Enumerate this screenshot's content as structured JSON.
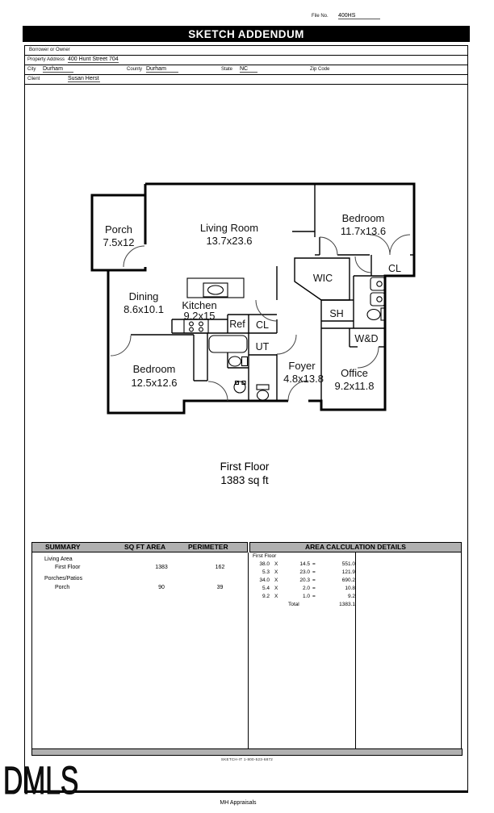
{
  "header": {
    "file_no_label": "File No.",
    "file_no_value": "400HS",
    "title": "SKETCH ADDENDUM"
  },
  "form": {
    "borrower_label": "Borrower or Owner",
    "borrower_value": "",
    "property_label": "Property Address",
    "property_value": "400 Hunt Street 704",
    "city_label": "City",
    "city_value": "Durham",
    "county_label": "County",
    "county_value": "Durham",
    "state_label": "State",
    "state_value": "NC",
    "zip_label": "Zip Code",
    "zip_value": "",
    "client_label": "Client",
    "client_value": "Susan Herst"
  },
  "plan": {
    "rooms": [
      {
        "name": "Porch",
        "dims": "7.5x12"
      },
      {
        "name": "Living Room",
        "dims": "13.7x23.6"
      },
      {
        "name": "Bedroom",
        "dims": "11.7x13.6"
      },
      {
        "name": "WIC",
        "dims": ""
      },
      {
        "name": "CL",
        "dims": ""
      },
      {
        "name": "Dining",
        "dims": "8.6x10.1"
      },
      {
        "name": "Kitchen",
        "dims": "9.2x15"
      },
      {
        "name": "Ref",
        "dims": ""
      },
      {
        "name": "CL",
        "dims": ""
      },
      {
        "name": "UT",
        "dims": ""
      },
      {
        "name": "SH",
        "dims": ""
      },
      {
        "name": "W&D",
        "dims": ""
      },
      {
        "name": "Bedroom",
        "dims": "12.5x12.6"
      },
      {
        "name": "Foyer",
        "dims": "4.8x13.8"
      },
      {
        "name": "Office",
        "dims": "9.2x11.8"
      }
    ],
    "floor_label_line1": "First Floor",
    "floor_label_line2": "1383 sq ft"
  },
  "summary": {
    "col_summary": "SUMMARY",
    "col_sqft": "SQ FT AREA",
    "col_perimeter": "PERIMETER",
    "details_title": "AREA CALCULATION DETAILS",
    "groups": [
      {
        "group": "Living Area",
        "item": "First Floor",
        "sqft": "1383",
        "perimeter": "162"
      },
      {
        "group": "Porches/Patios",
        "item": "Porch",
        "sqft": "90",
        "perimeter": "39"
      }
    ],
    "calc": {
      "section": "First Floor",
      "mult": "X",
      "eq": "=",
      "rows": [
        {
          "a": "38.0",
          "b": "14.5",
          "c": "551.0"
        },
        {
          "a": "5.3",
          "b": "23.0",
          "c": "121.9"
        },
        {
          "a": "34.0",
          "b": "20.3",
          "c": "690.2"
        },
        {
          "a": "5.4",
          "b": "2.0",
          "c": "10.8"
        },
        {
          "a": "9.2",
          "b": "1.0",
          "c": "9.2"
        }
      ],
      "total_label": "Total",
      "total_value": "1383.1"
    }
  },
  "footer": {
    "attribution": "SKETCH-IT 1-800-523-6872",
    "company": "MH Appraisals",
    "watermark": "DMLS"
  },
  "colors": {
    "title_bar_bg": "#000000",
    "table_header_bg": "#b0b0b0"
  }
}
